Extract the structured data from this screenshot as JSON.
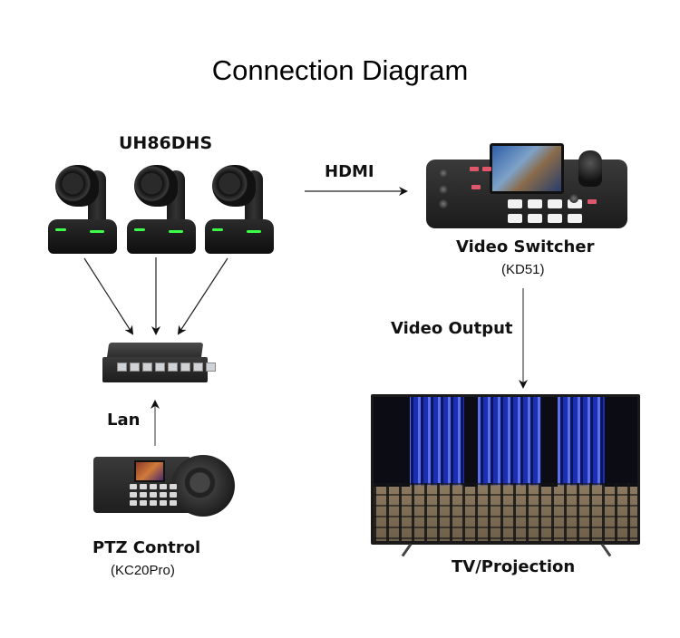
{
  "title": "Connection Diagram",
  "nodes": {
    "cameras": {
      "label": "UH86DHS",
      "count": 3,
      "icon": "ptz-camera-icon"
    },
    "network_switch": {
      "label": "",
      "icon": "network-switch-icon"
    },
    "ptz_control": {
      "label": "PTZ Control",
      "model": "(KC20Pro)",
      "icon": "ptz-controller-icon"
    },
    "video_switcher": {
      "label": "Video Switcher",
      "model": "(KD51)",
      "icon": "video-switcher-icon"
    },
    "display": {
      "label": "TV/Projection",
      "icon": "tv-icon"
    }
  },
  "connections": [
    {
      "from": "cameras",
      "to": "video_switcher",
      "label": "HDMI"
    },
    {
      "from": "cameras",
      "to": "network_switch",
      "label": ""
    },
    {
      "from": "ptz_control",
      "to": "network_switch",
      "label": "Lan"
    },
    {
      "from": "video_switcher",
      "to": "display",
      "label": "Video Output"
    }
  ]
}
